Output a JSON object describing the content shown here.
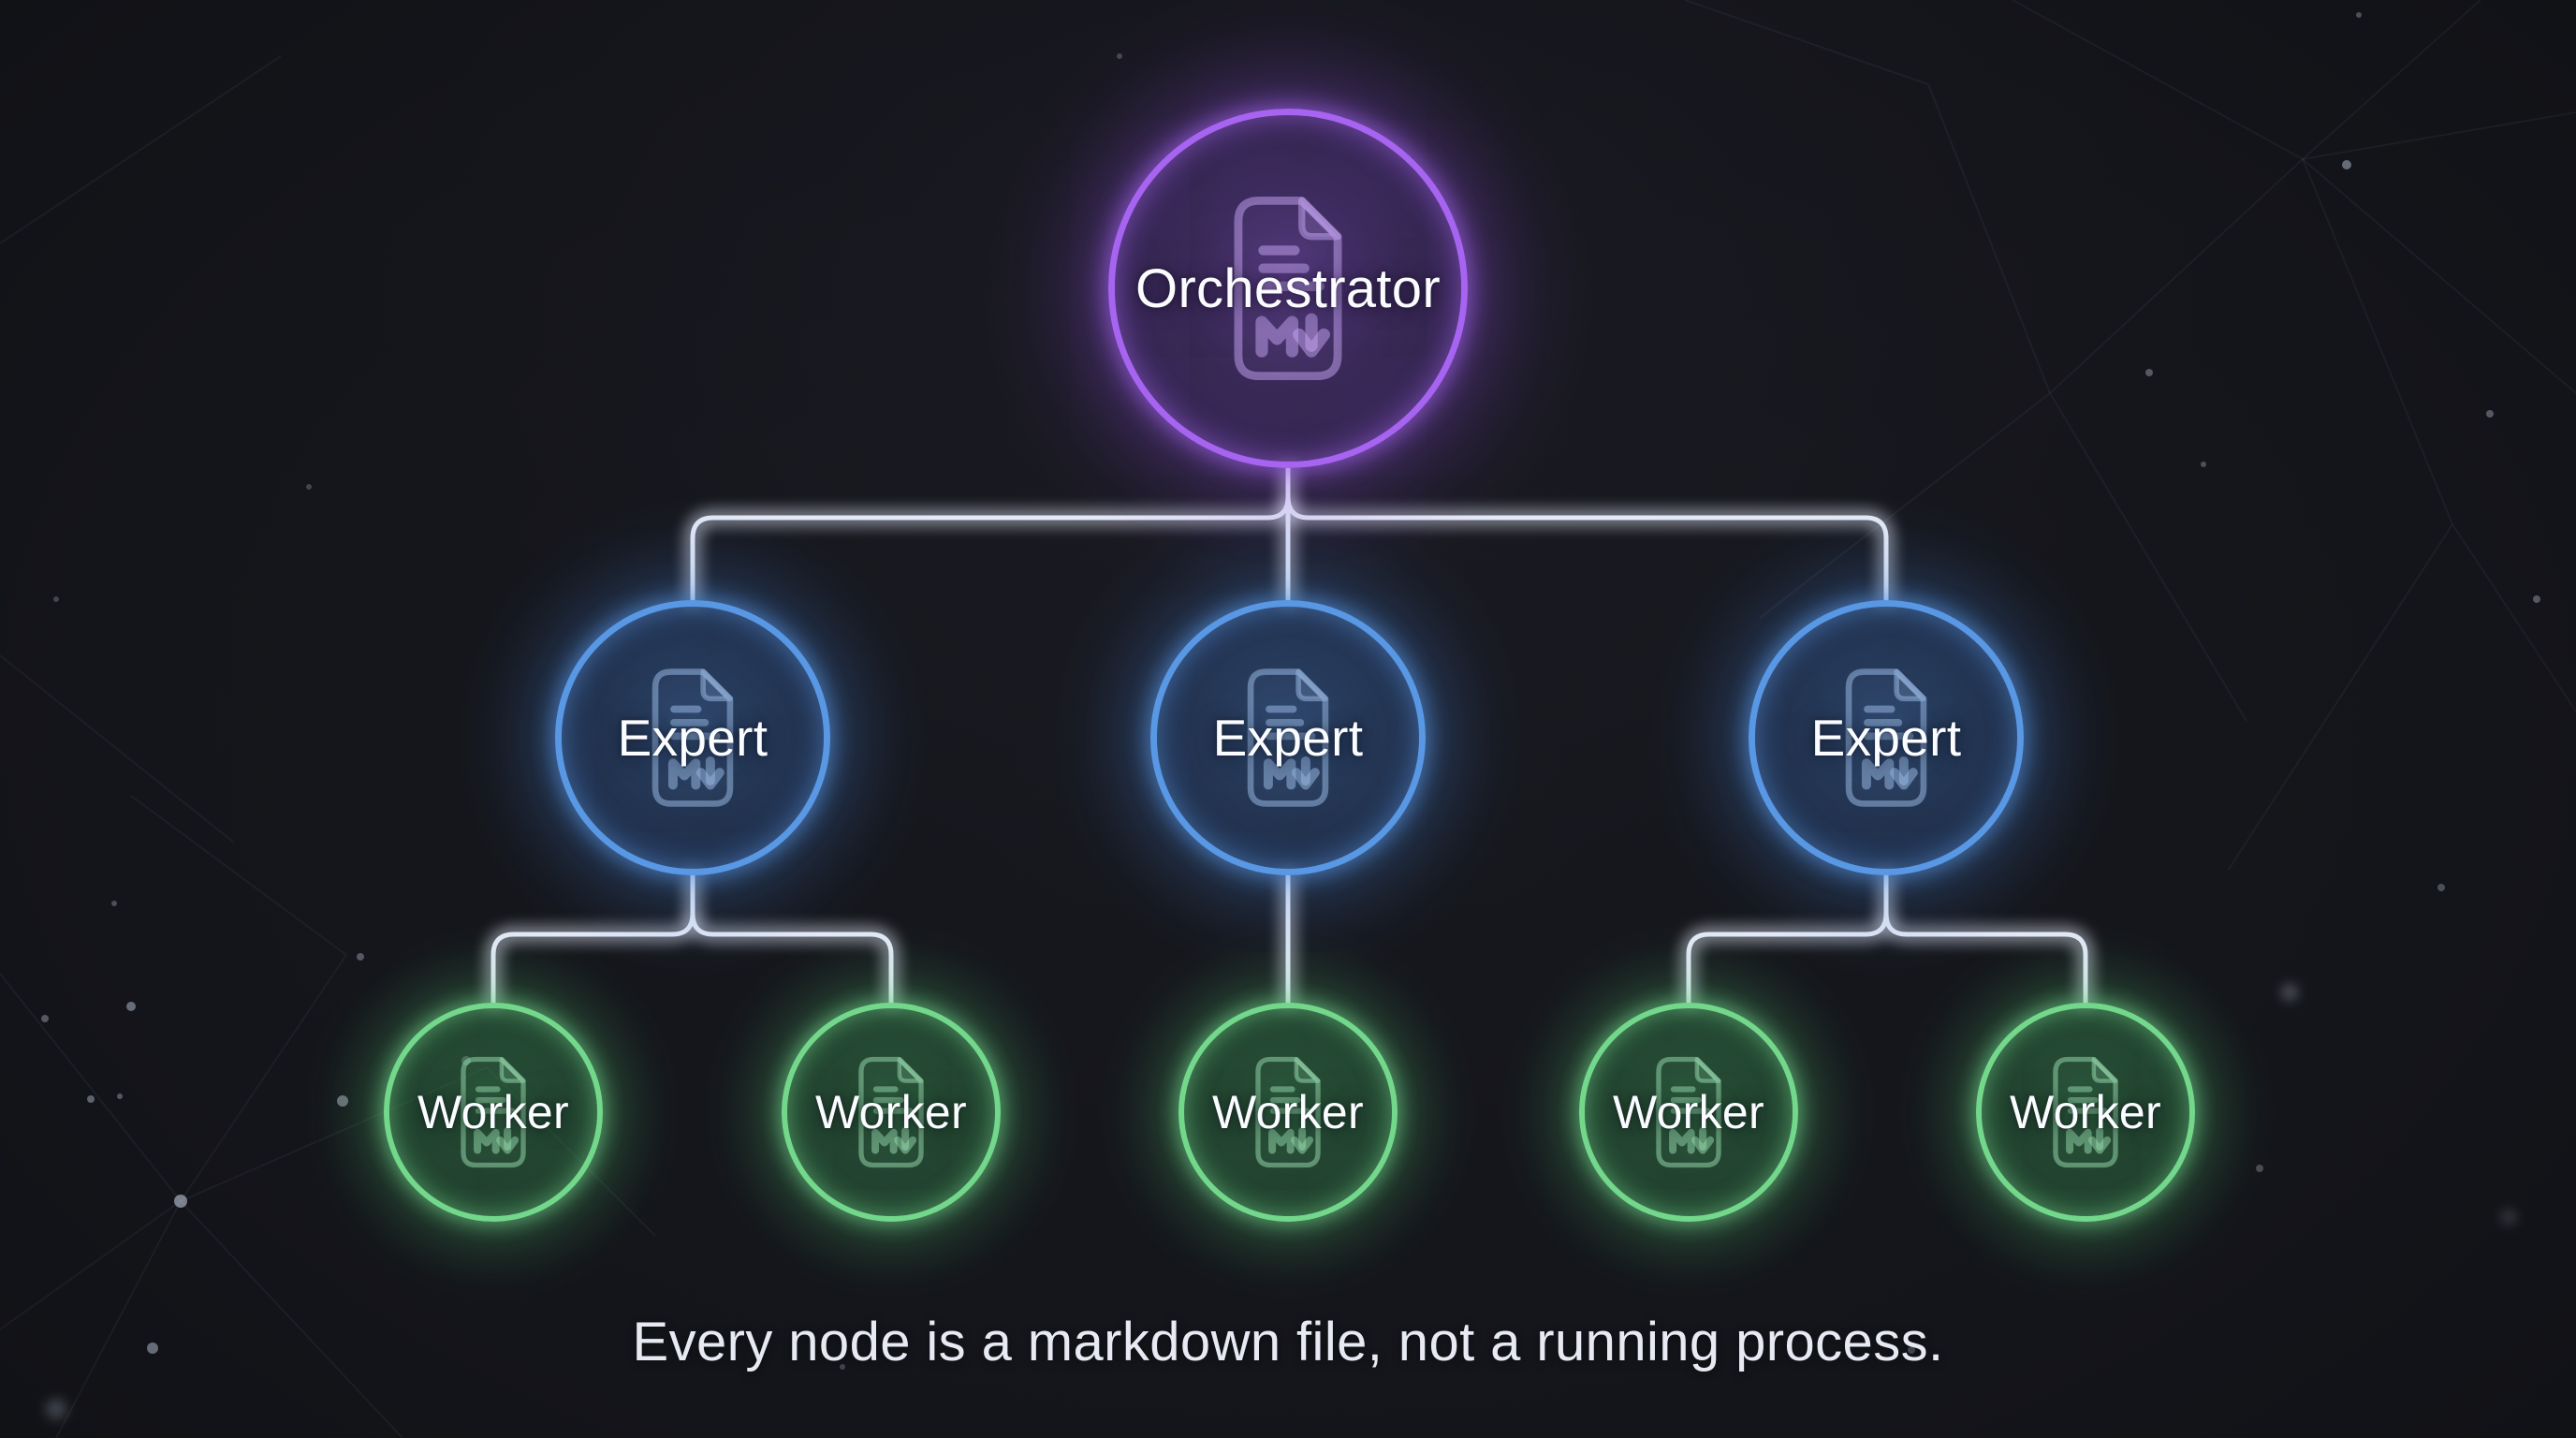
{
  "page": {
    "background_color": "#14151a",
    "caption": "Every node is a markdown file, not a running process.",
    "caption_color": "#e7eaf2"
  },
  "connectors": {
    "color": "#e3e9f7",
    "edges": [
      {
        "from": "orchestrator",
        "to": "expert1"
      },
      {
        "from": "orchestrator",
        "to": "expert2"
      },
      {
        "from": "orchestrator",
        "to": "expert3"
      },
      {
        "from": "expert1",
        "to": "worker1"
      },
      {
        "from": "expert1",
        "to": "worker2"
      },
      {
        "from": "expert2",
        "to": "worker3"
      },
      {
        "from": "expert3",
        "to": "worker4"
      },
      {
        "from": "expert3",
        "to": "worker5"
      }
    ]
  },
  "icons": {
    "node_icon": "markdown-file-icon"
  },
  "nodes": {
    "orchestrator": {
      "label": "Orchestrator",
      "accent": "#a866f2"
    },
    "expert1": {
      "label": "Expert",
      "accent": "#5b9ae6"
    },
    "expert2": {
      "label": "Expert",
      "accent": "#5b9ae6"
    },
    "expert3": {
      "label": "Expert",
      "accent": "#5b9ae6"
    },
    "worker1": {
      "label": "Worker",
      "accent": "#76d98d"
    },
    "worker2": {
      "label": "Worker",
      "accent": "#76d98d"
    },
    "worker3": {
      "label": "Worker",
      "accent": "#76d98d"
    },
    "worker4": {
      "label": "Worker",
      "accent": "#76d98d"
    },
    "worker5": {
      "label": "Worker",
      "accent": "#76d98d"
    }
  },
  "background": {
    "mesh_line_color": "#9fb0cc",
    "star_color": "#cdd8ea"
  }
}
